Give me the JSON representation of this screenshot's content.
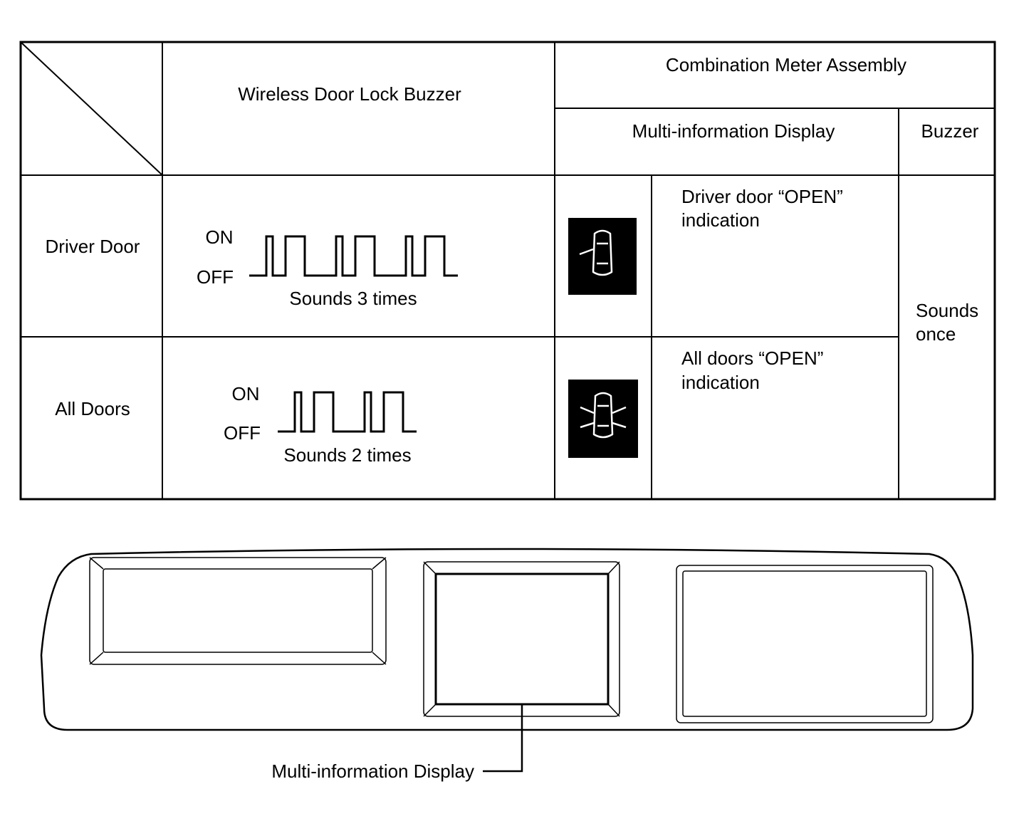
{
  "table": {
    "header": {
      "wireless_buzzer": "Wireless Door Lock Buzzer",
      "combination_meter": "Combination Meter Assembly",
      "multi_info_display": "Multi-information Display",
      "buzzer": "Buzzer"
    },
    "rows": [
      {
        "label": "Driver Door",
        "signal_on": "ON",
        "signal_off": "OFF",
        "pulse_count": 3,
        "caption": "Sounds 3 times",
        "icon": "driver-door-open-icon",
        "indication_line1": "Driver door “OPEN”",
        "indication_line2": "indication"
      },
      {
        "label": "All Doors",
        "signal_on": "ON",
        "signal_off": "OFF",
        "pulse_count": 2,
        "caption": "Sounds 2 times",
        "icon": "all-doors-open-icon",
        "indication_line1": "All doors “OPEN”",
        "indication_line2": "indication"
      }
    ],
    "meter_buzzer_line1": "Sounds",
    "meter_buzzer_line2": "once"
  },
  "cluster": {
    "callout_label": "Multi-information Display"
  }
}
